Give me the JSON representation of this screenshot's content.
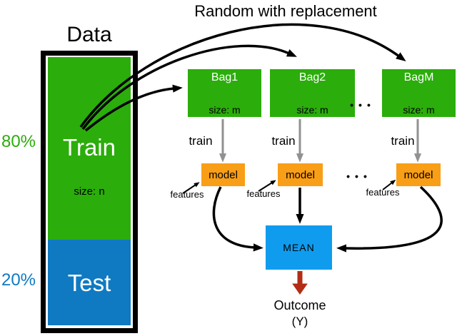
{
  "title": "Random with replacement",
  "colors": {
    "green": "#2BAD0B",
    "test_blue": "#0F7AC2",
    "mean_blue": "#109CEE",
    "orange": "#F99E17",
    "arrow_red": "#B22D14",
    "arrow_gray": "#919191",
    "ink": "#000000"
  },
  "data_panel": {
    "label": "Data",
    "train": {
      "label": "Train",
      "size": "size: n",
      "percent": "80%"
    },
    "test": {
      "label": "Test",
      "percent": "20%"
    }
  },
  "bags": [
    {
      "label": "Bag1",
      "size": "size: m"
    },
    {
      "label": "Bag2",
      "size": "size: m"
    },
    {
      "label": "BagM",
      "size": "size: m"
    }
  ],
  "models": [
    {
      "label": "model"
    },
    {
      "label": "model"
    },
    {
      "label": "model"
    }
  ],
  "labels": {
    "train_arrow": "train",
    "features": "features",
    "ellipsis": "•••"
  },
  "mean": {
    "label": "MEAN"
  },
  "outcome": {
    "line1": "Outcome",
    "line2": "(Y)"
  }
}
